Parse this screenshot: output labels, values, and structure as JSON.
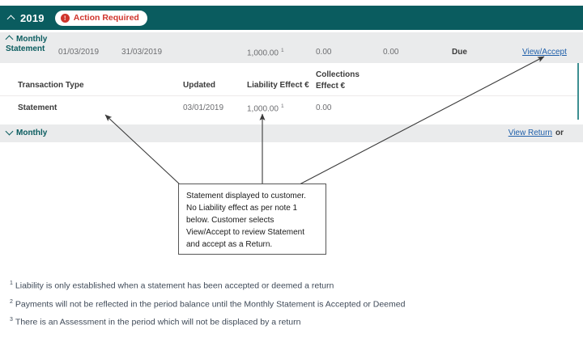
{
  "header": {
    "collapse_icon": "chevron-up-icon",
    "year": "2019",
    "badge": {
      "icon": "alert-exclamation-icon",
      "icon_glyph": "!",
      "label": "Action Required"
    },
    "bg_color": "#0a5c5f"
  },
  "summary": {
    "collapse_icon": "chevron-up-icon",
    "title": "Monthly Statement",
    "period_start": "01/03/2019",
    "period_end": "31/03/2019",
    "liability_effect": "1,000.00",
    "liability_effect_note": "1",
    "collections_effect": "0.00",
    "balance": "0.00",
    "status": "Due",
    "action_link": "View/Accept",
    "bg_color": "#eaebec"
  },
  "table": {
    "columns": [
      {
        "label": "Transaction Type"
      },
      {
        "label": "Updated"
      },
      {
        "label": "Liability Effect €"
      },
      {
        "label": "Collections Effect €"
      }
    ],
    "rows": [
      {
        "transaction_type": "Statement",
        "updated": "03/01/2019",
        "liability_effect": "1,000.00",
        "liability_effect_note": "1",
        "collections_effect": "0.00"
      }
    ]
  },
  "monthly_row": {
    "expand_icon": "chevron-down-icon",
    "label": "Monthly",
    "action_link": "View Return",
    "action_suffix": "or"
  },
  "callout": {
    "text": "Statement displayed to customer. No Liability effect as per note 1 below. Customer selects View/Accept to review Statement and accept as a Return."
  },
  "footnotes": [
    {
      "mark": "1",
      "text": "Liability is only established when a statement has been accepted or deemed a return"
    },
    {
      "mark": "2",
      "text": "Payments will not be reflected in the period balance until the Monthly Statement is Accepted or Deemed"
    },
    {
      "mark": "3",
      "text": "There is an Assessment in the period which will not be displaced by a return"
    }
  ],
  "colors": {
    "teal": "#0a5c5f",
    "teal_border": "#3d8f91",
    "grey_row": "#eaebec",
    "link_blue": "#1f5faa",
    "alert_red": "#d0342c",
    "text_dark": "#3b3b3b",
    "text_muted": "#6d6e71"
  }
}
